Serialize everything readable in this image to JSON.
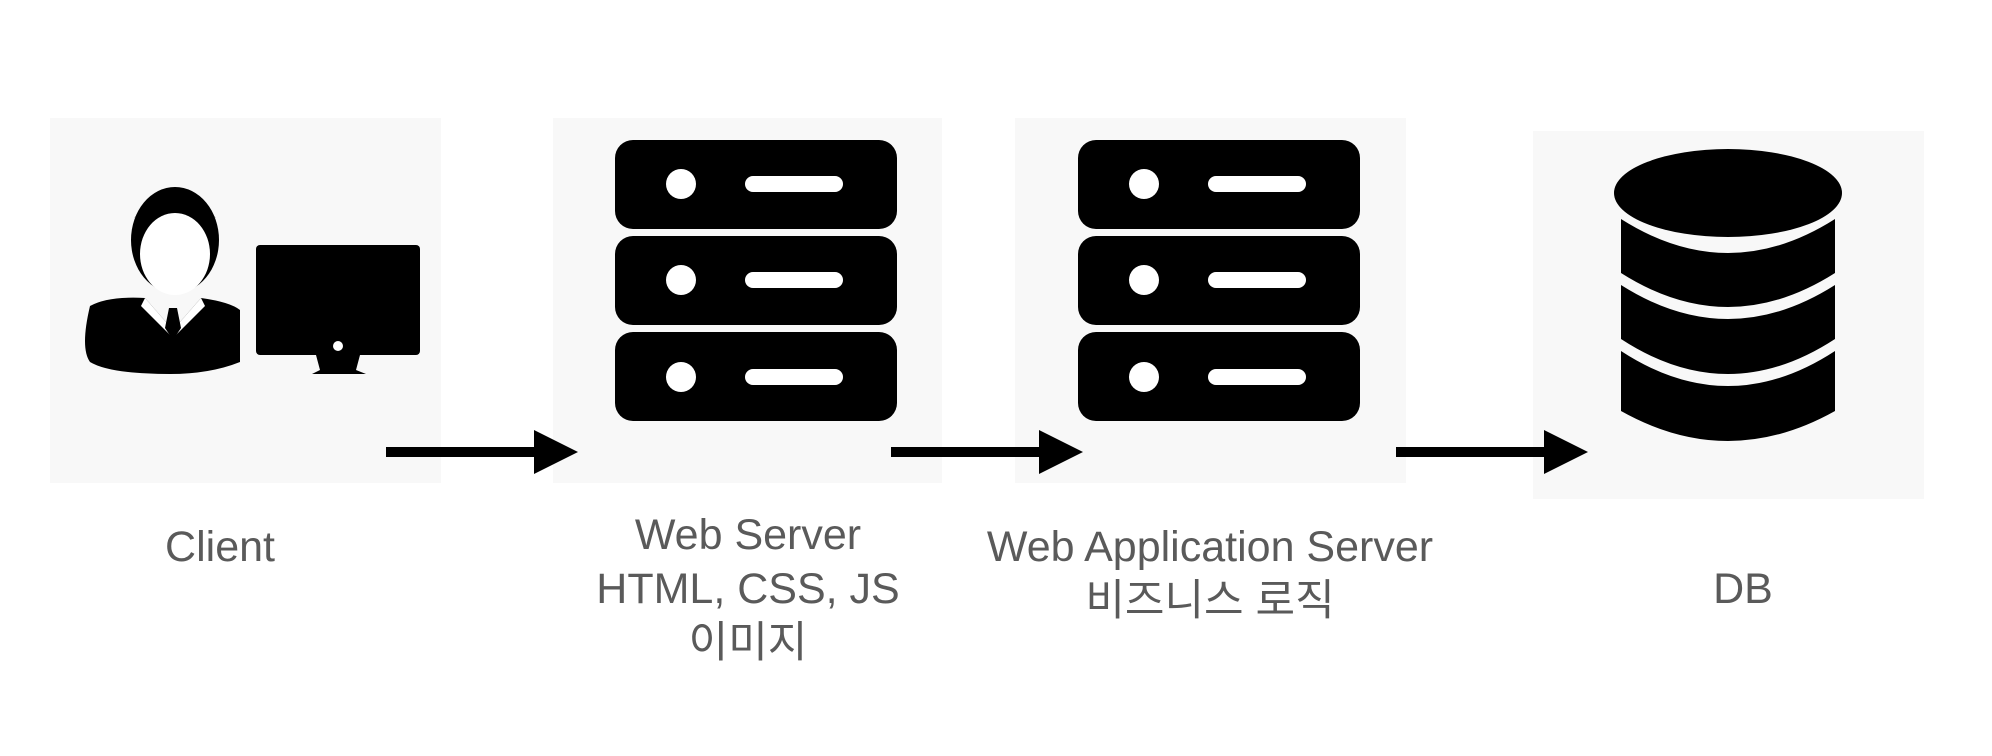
{
  "nodes": [
    {
      "id": "client",
      "lines": [
        "Client"
      ],
      "icon": "user-computer-icon"
    },
    {
      "id": "web-server",
      "lines": [
        "Web Server",
        "HTML, CSS, JS",
        "이미지"
      ],
      "icon": "server-rack-icon"
    },
    {
      "id": "was",
      "lines": [
        "Web Application Server",
        "비즈니스 로직"
      ],
      "icon": "server-rack-icon"
    },
    {
      "id": "db",
      "lines": [
        "DB"
      ],
      "icon": "database-icon"
    }
  ],
  "colors": {
    "icon": "#000000",
    "tile": "#f8f8f8",
    "text": "#5a5a5a"
  }
}
